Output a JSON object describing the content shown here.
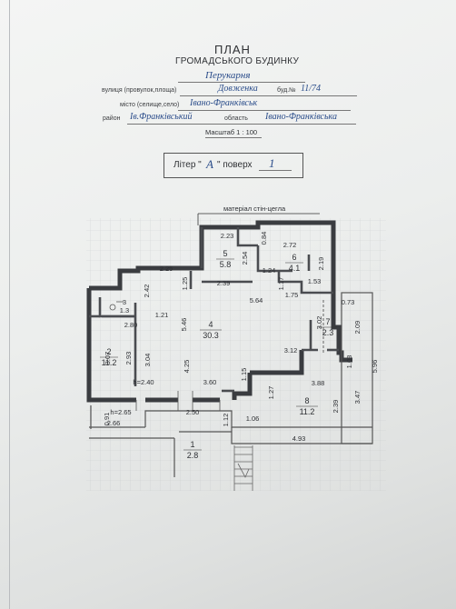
{
  "document": {
    "title": "ПЛАН",
    "subtitle": "ГРОМАДСЬКОГО БУДИНКУ",
    "purpose": "Перукарня",
    "street_label": "вулиця (провулок,площа)",
    "street_value": "Довженка",
    "building_label": "буд.№",
    "building_value": "11/74",
    "city_label": "місто (селище,село)",
    "city_value": "Івано-Франківськ",
    "district_label": "район",
    "district_value": "Ів.Франківський",
    "region_label": "область",
    "region_value": "Івано-Франківська",
    "scale": "Масштаб 1 : 100",
    "liter_label_a": "Літер \"",
    "liter_value": "А",
    "liter_label_b": "\" поверх",
    "floor_value": "1",
    "material_note": "матеріал стін-цегла"
  },
  "plan": {
    "rooms": [
      {
        "num": "1",
        "area": "2.8"
      },
      {
        "num": "2",
        "area": "11.2"
      },
      {
        "num": "3",
        "area": "1.3"
      },
      {
        "num": "4",
        "area": "30.3"
      },
      {
        "num": "5",
        "area": "5.8"
      },
      {
        "num": "6",
        "area": "4.1"
      },
      {
        "num": "7",
        "area": "2.3"
      },
      {
        "num": "8",
        "area": "11.2"
      }
    ],
    "dimensions": [
      "2.23",
      "0.84",
      "2.72",
      "2.54",
      "2.25",
      "1.25",
      "2.39",
      "1.24",
      "2.19",
      "1.17",
      "1.53",
      "1.75",
      "5.64",
      "0.73",
      "2.42",
      "1.21",
      "2.80",
      "5.46",
      "3.02",
      "2.09",
      "3.07",
      "2.93",
      "3.04",
      "4.25",
      "3.12",
      "1.08",
      "5.96",
      "1.15",
      "3.88",
      "h=2.40",
      "3.60",
      "1.27",
      "3.47",
      "h=2.65",
      "2.50",
      "1.06",
      "2.39",
      "0.91",
      "1.12",
      "2.66",
      "4.93"
    ]
  }
}
